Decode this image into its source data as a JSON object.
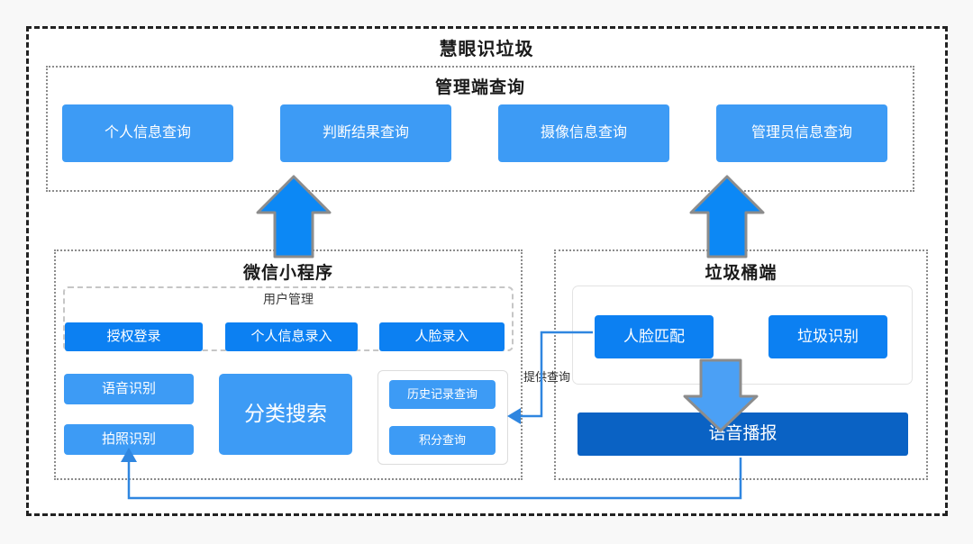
{
  "diagram": {
    "master_title": "慧眼识垃圾",
    "sections": {
      "admin": {
        "title": "管理端查询",
        "buttons": [
          {
            "label": "个人信息查询"
          },
          {
            "label": "判断结果查询"
          },
          {
            "label": "摄像信息查询"
          },
          {
            "label": "管理员信息查询"
          }
        ]
      },
      "wechat": {
        "title": "微信小程序",
        "user_group": {
          "label": "用户管理",
          "buttons": [
            {
              "label": "授权登录"
            },
            {
              "label": "个人信息录入"
            },
            {
              "label": "人脸录入"
            }
          ]
        },
        "left_stack": [
          {
            "label": "语音识别"
          },
          {
            "label": "拍照识别"
          }
        ],
        "search": {
          "label": "分类搜索"
        },
        "query_group": [
          {
            "label": "历史记录查询"
          },
          {
            "label": "积分查询"
          }
        ]
      },
      "bin": {
        "title": "垃圾桶端",
        "buttons": [
          {
            "label": "人脸匹配"
          },
          {
            "label": "垃圾识别"
          }
        ],
        "voice": {
          "label": "语音播报"
        }
      }
    },
    "connectors": [
      {
        "label": "提供查询"
      }
    ],
    "icons": {
      "arrow_up_left": "arrow-up-icon",
      "arrow_up_right": "arrow-up-icon",
      "arrow_down_bin": "arrow-down-icon",
      "arrow_feedback": "arrow-up-icon",
      "arrow_query": "arrow-left-icon"
    },
    "colors": {
      "blue_light": "#3d9bf5",
      "blue_vivid": "#0c80f2",
      "blue_dark": "#0a62c4",
      "arrow_stroke": "#8c8c8c",
      "frame_dark": "#222222",
      "frame_dotted": "#8c8c8c",
      "connector_line": "#2f86e0"
    }
  }
}
